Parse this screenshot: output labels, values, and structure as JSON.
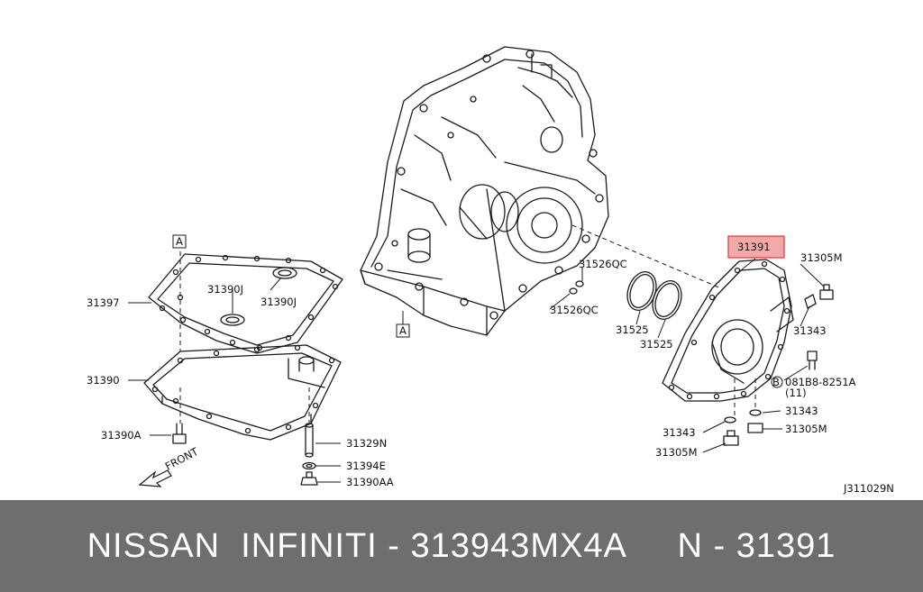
{
  "diagram": {
    "labels": {
      "p31397": "31397",
      "p31390": "31390",
      "p31390A": "31390A",
      "p31390J_a": "31390J",
      "p31390J_b": "31390J",
      "p31329N": "31329N",
      "p31394E": "31394E",
      "p31390AA": "31390AA",
      "p31526QC_a": "31526QC",
      "p31526QC_b": "31526QC",
      "p31525_a": "31525",
      "p31525_b": "31525",
      "p31391": "31391",
      "p31305M_a": "31305M",
      "p31343_a": "31343",
      "p081B8": "081B8-8251A",
      "p081B8_qty": "(11)",
      "p081B8_circle": "B",
      "p31343_b": "31343",
      "p31343_c": "31343",
      "p31305M_b": "31305M",
      "p31305M_c": "31305M",
      "ref_a_top": "A",
      "ref_a_main": "A",
      "front": "FRONT",
      "code": "J311029N"
    },
    "highlight_color": "#e8343c",
    "highlight_fill": "#f4a9a9"
  },
  "footer": {
    "caption": "NISSAN  INFINITI - 313943MX4A     N - 31391"
  }
}
